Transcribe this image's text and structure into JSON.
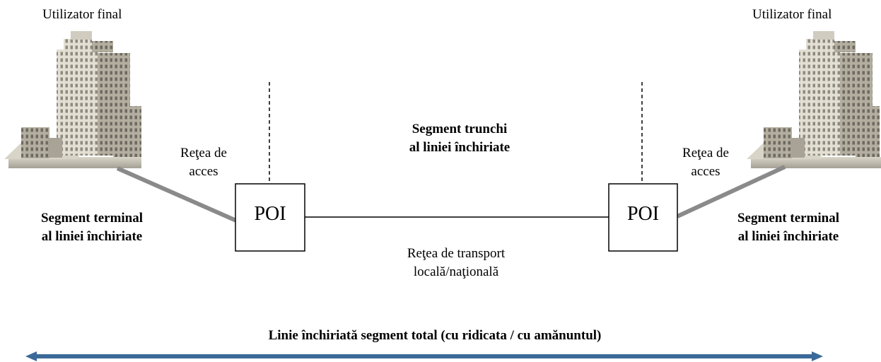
{
  "end_user_left": "Utilizator final",
  "end_user_right": "Utilizator final",
  "access_network_left": [
    "Reţea de",
    "acces"
  ],
  "access_network_right": [
    "Reţea de",
    "acces"
  ],
  "terminal_segment_left": [
    "Segment terminal",
    "al liniei închiriate"
  ],
  "terminal_segment_right": [
    "Segment terminal",
    "al liniei închiriate"
  ],
  "trunk_segment": [
    "Segment trunchi",
    "al liniei închiriate"
  ],
  "poi_left": "POI",
  "poi_right": "POI",
  "transport_network": [
    "Reţea de transport",
    "locală/naţională"
  ],
  "total_segment": "Linie închiriată segment total (cu ridicata / cu amănuntul)",
  "colors": {
    "access_line": "#8a8a8a",
    "total_arrow": "#3b6a99",
    "building_light": "#e6e2d6",
    "building_dark": "#9c978b"
  }
}
